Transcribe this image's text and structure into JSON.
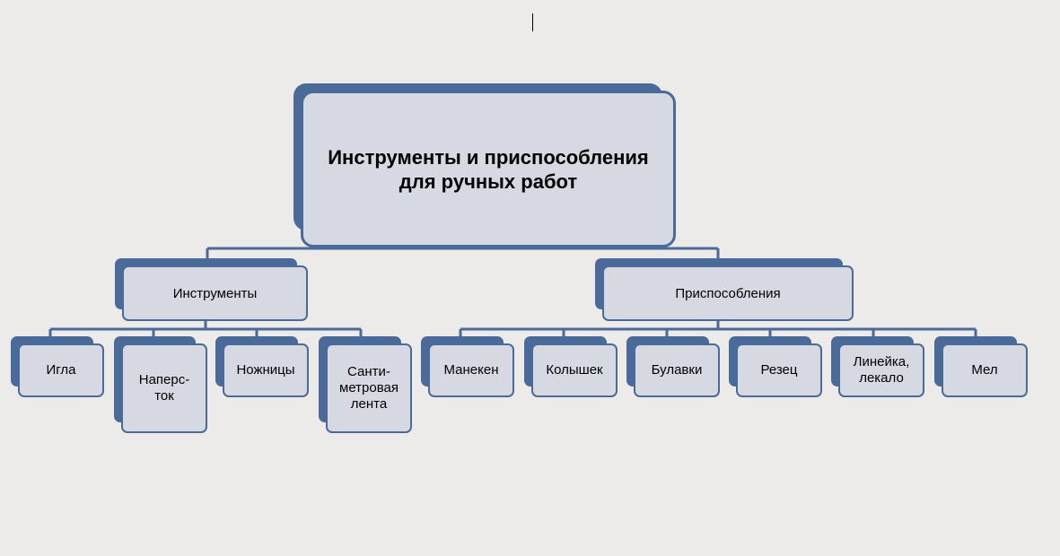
{
  "colors": {
    "background": "#edebe9",
    "box_border": "#4a6a99",
    "box_fill": "#d6d9e2",
    "connector": "#4a6a99"
  },
  "diagram": {
    "root": {
      "line1": "Инструменты и приспособления",
      "line2": "для ручных работ"
    },
    "branches": [
      {
        "label": "Инструменты",
        "children": [
          {
            "lines": [
              "Игла"
            ]
          },
          {
            "lines": [
              "Наперс-",
              "ток"
            ]
          },
          {
            "lines": [
              "Ножницы"
            ]
          },
          {
            "lines": [
              "Санти-",
              "метровая",
              "лента"
            ]
          }
        ]
      },
      {
        "label": "Приспособления",
        "children": [
          {
            "lines": [
              "Манекен"
            ]
          },
          {
            "lines": [
              "Колышек"
            ]
          },
          {
            "lines": [
              "Булавки"
            ]
          },
          {
            "lines": [
              "Резец"
            ]
          },
          {
            "lines": [
              "Линейка,",
              "лекало"
            ]
          },
          {
            "lines": [
              "Мел"
            ]
          }
        ]
      }
    ]
  }
}
